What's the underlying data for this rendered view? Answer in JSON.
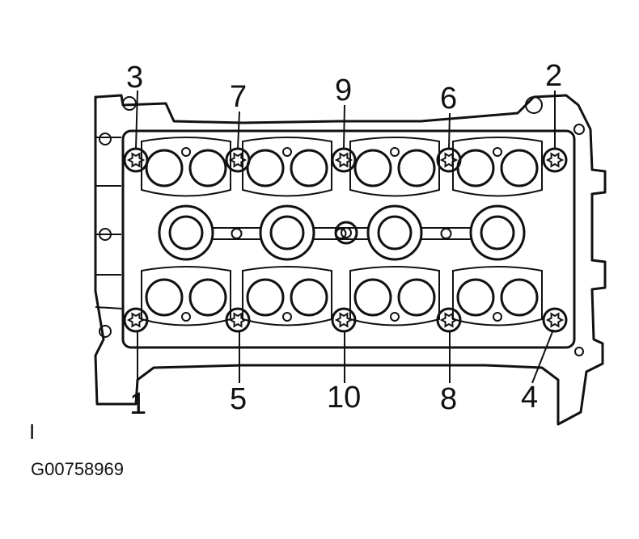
{
  "bolt_labels": [
    "1",
    "2",
    "3",
    "4",
    "5",
    "6",
    "7",
    "8",
    "9",
    "10"
  ],
  "figure_marker": "I",
  "figure_id": "G00758969"
}
